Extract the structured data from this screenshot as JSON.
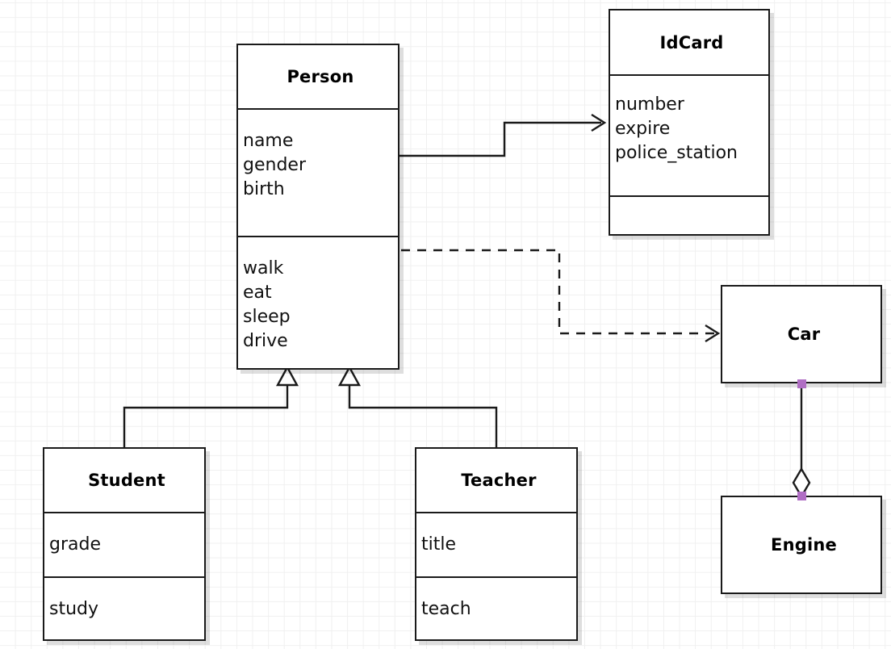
{
  "diagram": {
    "type": "uml-class-diagram",
    "background": "#ffffff",
    "grid_color": "#f0f0f0",
    "line_color": "#1a1a1a",
    "handle_color": "#b06ec4"
  },
  "classes": {
    "person": {
      "name": "Person",
      "attributes": [
        "name",
        "gender",
        "birth"
      ],
      "operations": [
        "walk",
        "eat",
        "sleep",
        "drive"
      ]
    },
    "idcard": {
      "name": "IdCard",
      "attributes": [
        "number",
        "expire",
        "police_station"
      ],
      "operations": []
    },
    "student": {
      "name": "Student",
      "attributes": [
        "grade"
      ],
      "operations": [
        "study"
      ]
    },
    "teacher": {
      "name": "Teacher",
      "attributes": [
        "title"
      ],
      "operations": [
        "teach"
      ]
    },
    "car": {
      "name": "Car",
      "attributes": [],
      "operations": []
    },
    "engine": {
      "name": "Engine",
      "attributes": [],
      "operations": []
    }
  },
  "relationships": [
    {
      "id": "person-idcard",
      "kind": "association",
      "style": "solid",
      "arrowhead": "open",
      "from": "Person",
      "to": "IdCard"
    },
    {
      "id": "person-car",
      "kind": "dependency",
      "style": "dashed",
      "arrowhead": "open",
      "from": "Person",
      "to": "Car"
    },
    {
      "id": "student-person",
      "kind": "generalization",
      "style": "solid",
      "arrowhead": "hollow-triangle",
      "from": "Student",
      "to": "Person"
    },
    {
      "id": "teacher-person",
      "kind": "generalization",
      "style": "solid",
      "arrowhead": "hollow-triangle",
      "from": "Teacher",
      "to": "Person"
    },
    {
      "id": "car-engine",
      "kind": "aggregation",
      "style": "solid",
      "arrowhead": "hollow-diamond",
      "from": "Car",
      "to": "Engine"
    }
  ]
}
